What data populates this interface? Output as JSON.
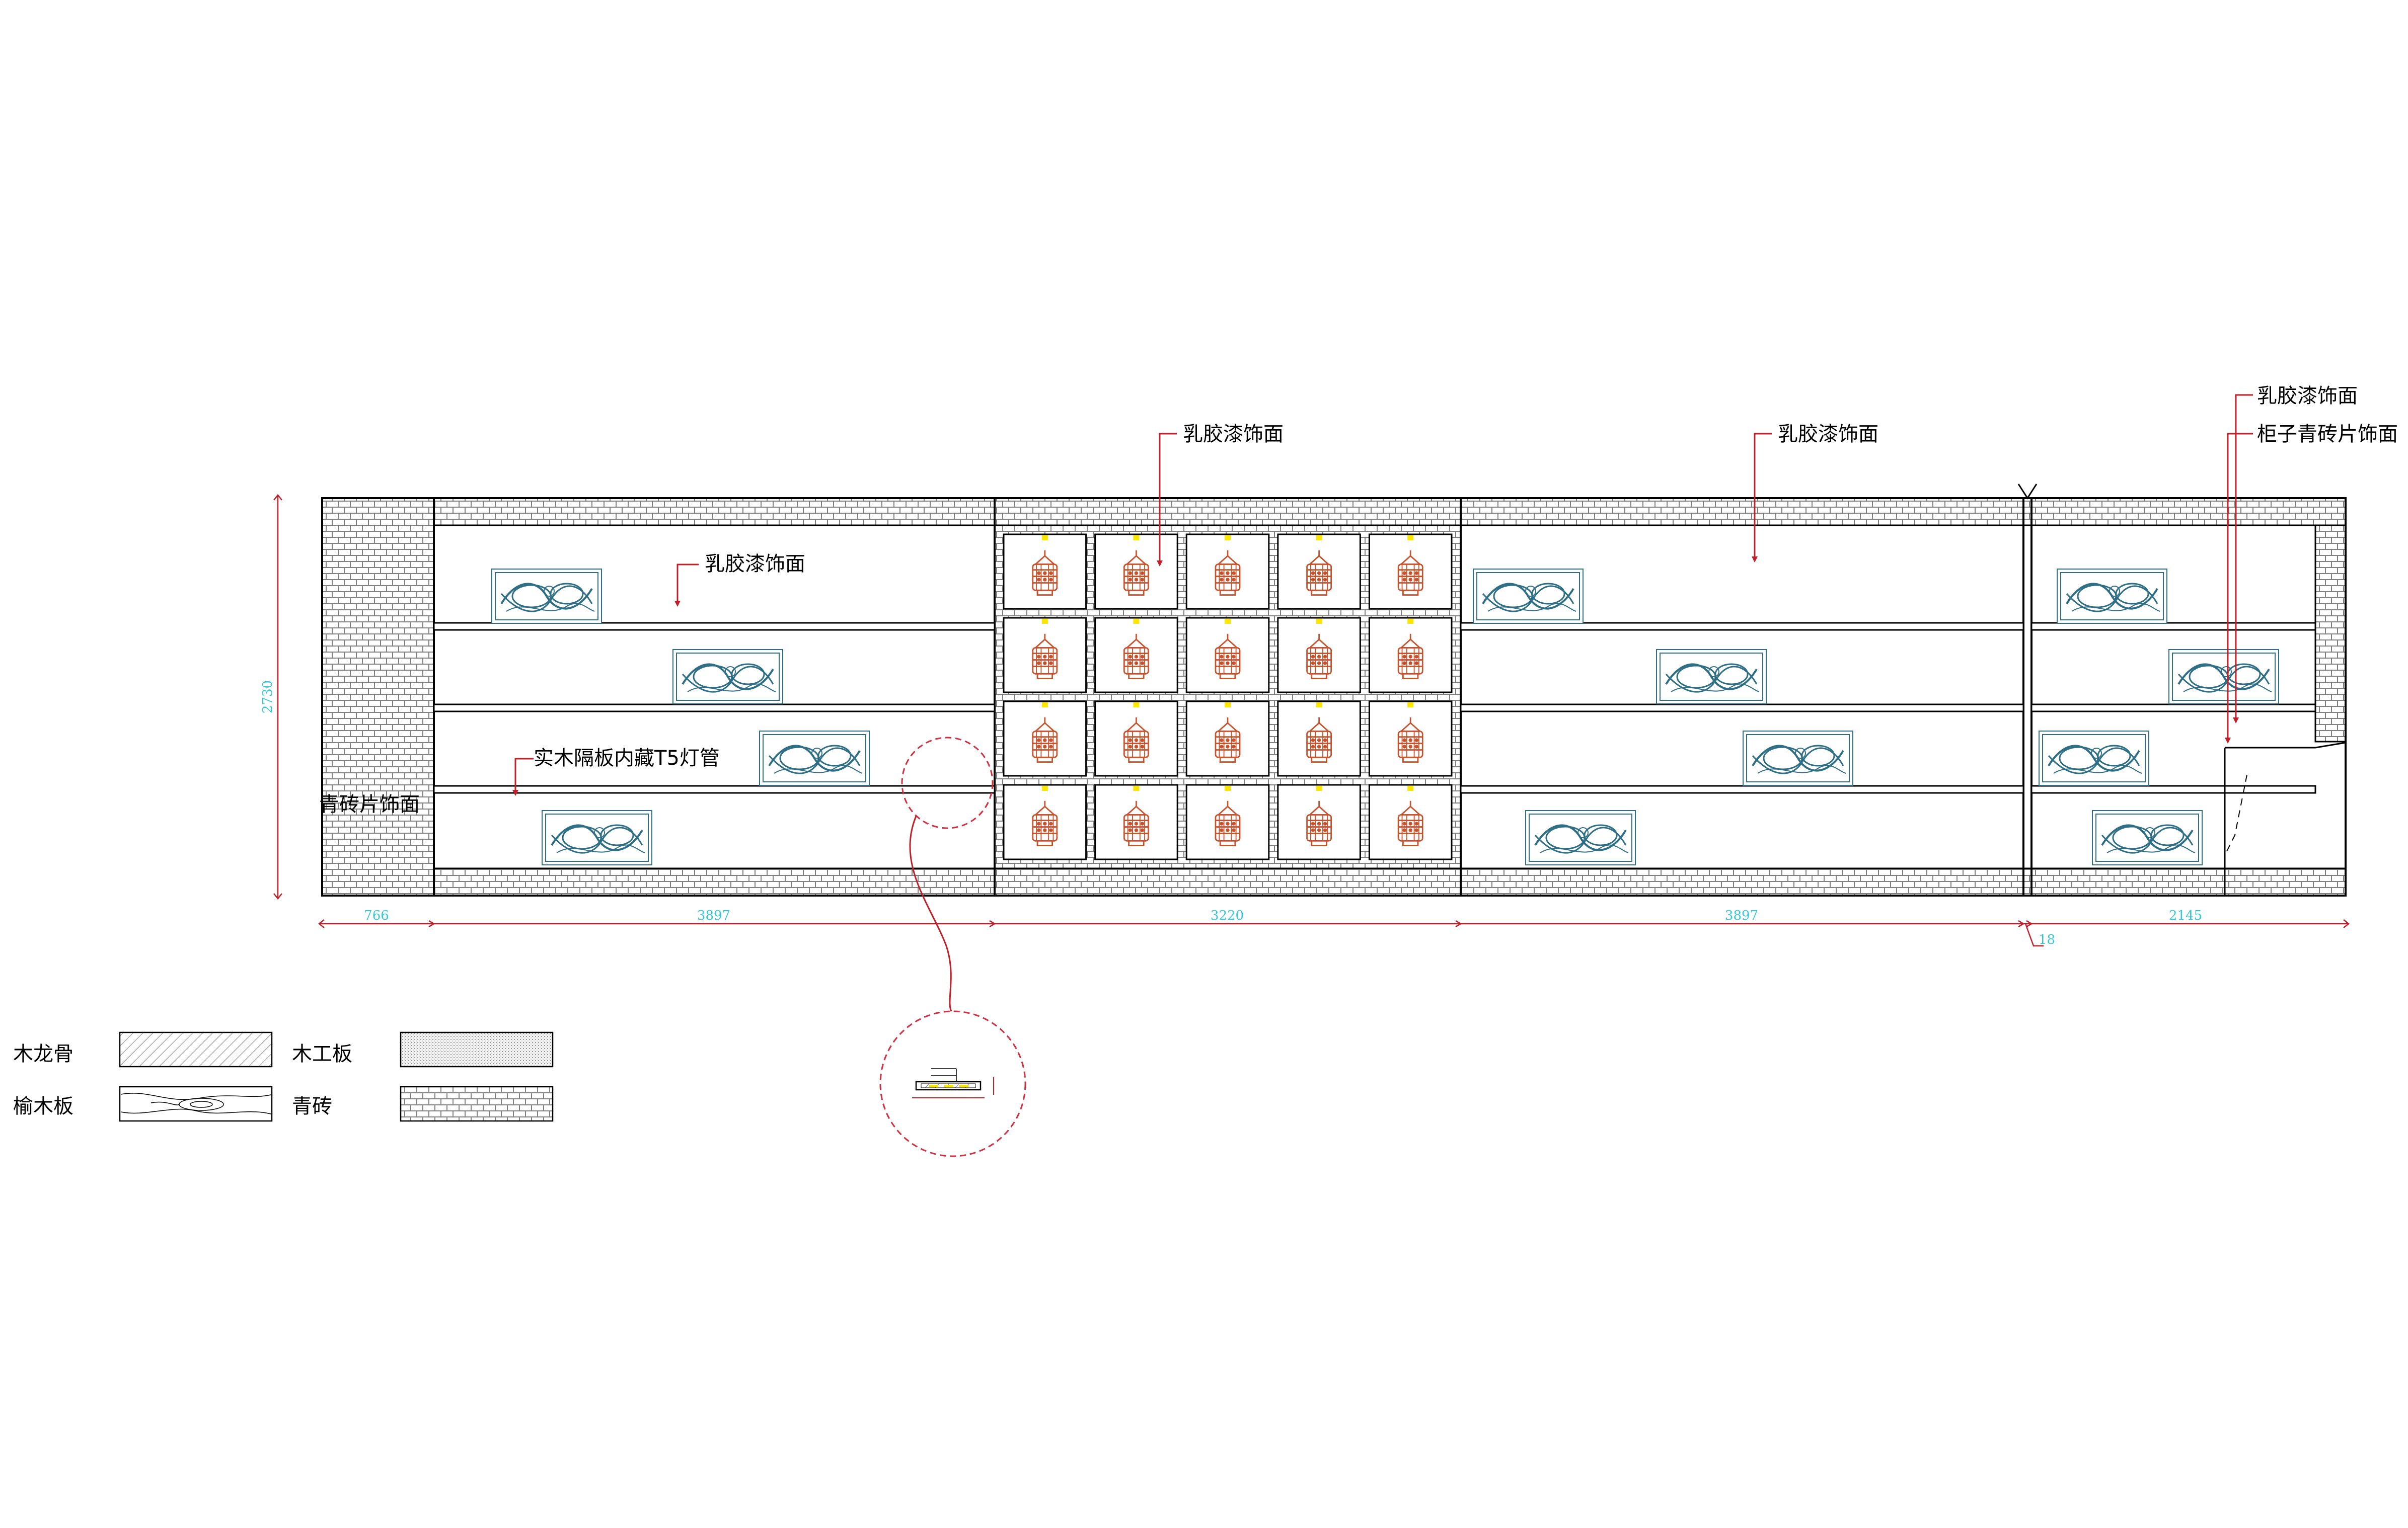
{
  "colors": {
    "line": "#000000",
    "brick_line": "#808080",
    "dimension": "#33c8d8",
    "leader": "#c0202a",
    "lantern": "#c8502a",
    "lantern_glow": "#ffe600",
    "panel": "#2f6f86",
    "detail_circle": "#d03040",
    "background": "#ffffff"
  },
  "labels": {
    "latex_1": "乳胶漆饰面",
    "latex_2": "乳胶漆饰面",
    "latex_3": "乳胶漆饰面",
    "latex_4": "乳胶漆饰面",
    "cabinet_brick": "柜子青砖片饰面",
    "shelf_light": "实木隔板内藏T5灯管",
    "brick_facing": "青砖片饰面"
  },
  "dimensions": {
    "height": "2730",
    "d1": "766",
    "d2": "3897",
    "d3": "3220",
    "d4": "3897",
    "d5": "18",
    "d6": "2145"
  },
  "legend": [
    {
      "label": "木龙骨",
      "pattern": "hatch"
    },
    {
      "label": "木工板",
      "pattern": "dots"
    },
    {
      "label": "榆木板",
      "pattern": "woodgrain"
    },
    {
      "label": "青砖",
      "pattern": "brick"
    }
  ],
  "grid": {
    "lantern_rows": 4,
    "lantern_cols": 5
  }
}
